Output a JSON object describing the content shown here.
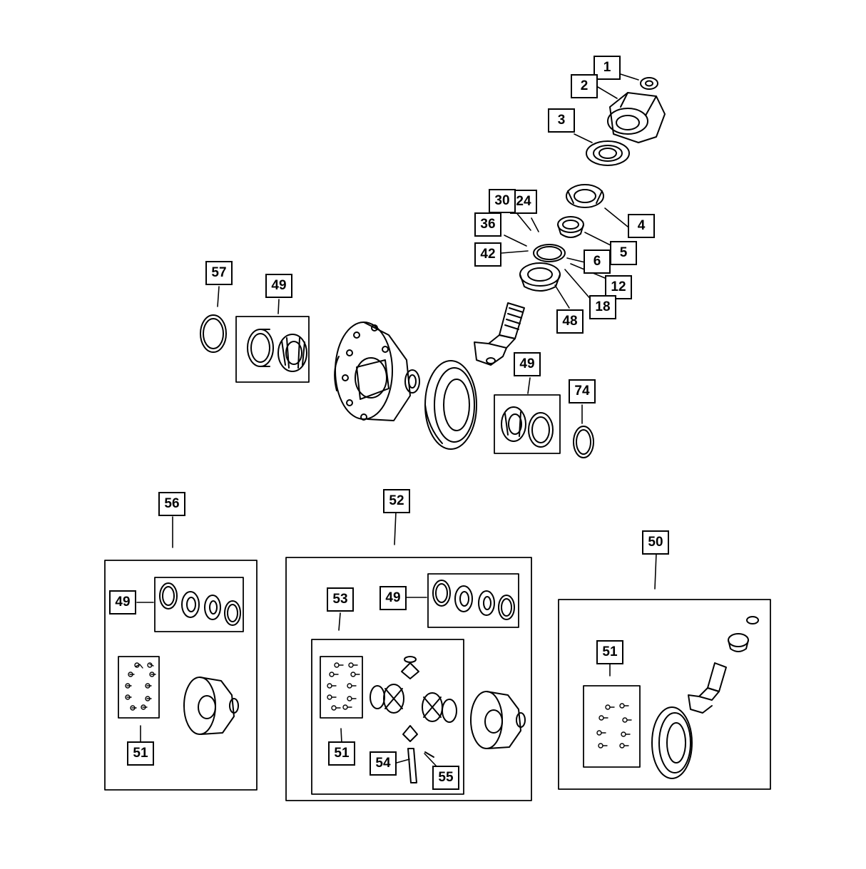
{
  "diagram": {
    "callouts": {
      "c1": "1",
      "c2": "2",
      "c3": "3",
      "c4": "4",
      "c5": "5",
      "c6": "6",
      "c12": "12",
      "c18": "18",
      "c24": "24",
      "c30": "30",
      "c36": "36",
      "c42": "42",
      "c48": "48",
      "c49a": "49",
      "c49b": "49",
      "c57": "57",
      "c74": "74",
      "c56": "56",
      "c49c": "49",
      "c51a": "51",
      "c52": "52",
      "c53": "53",
      "c49d": "49",
      "c51b": "51",
      "c54": "54",
      "c55": "55",
      "c50": "50",
      "c51c": "51"
    }
  }
}
